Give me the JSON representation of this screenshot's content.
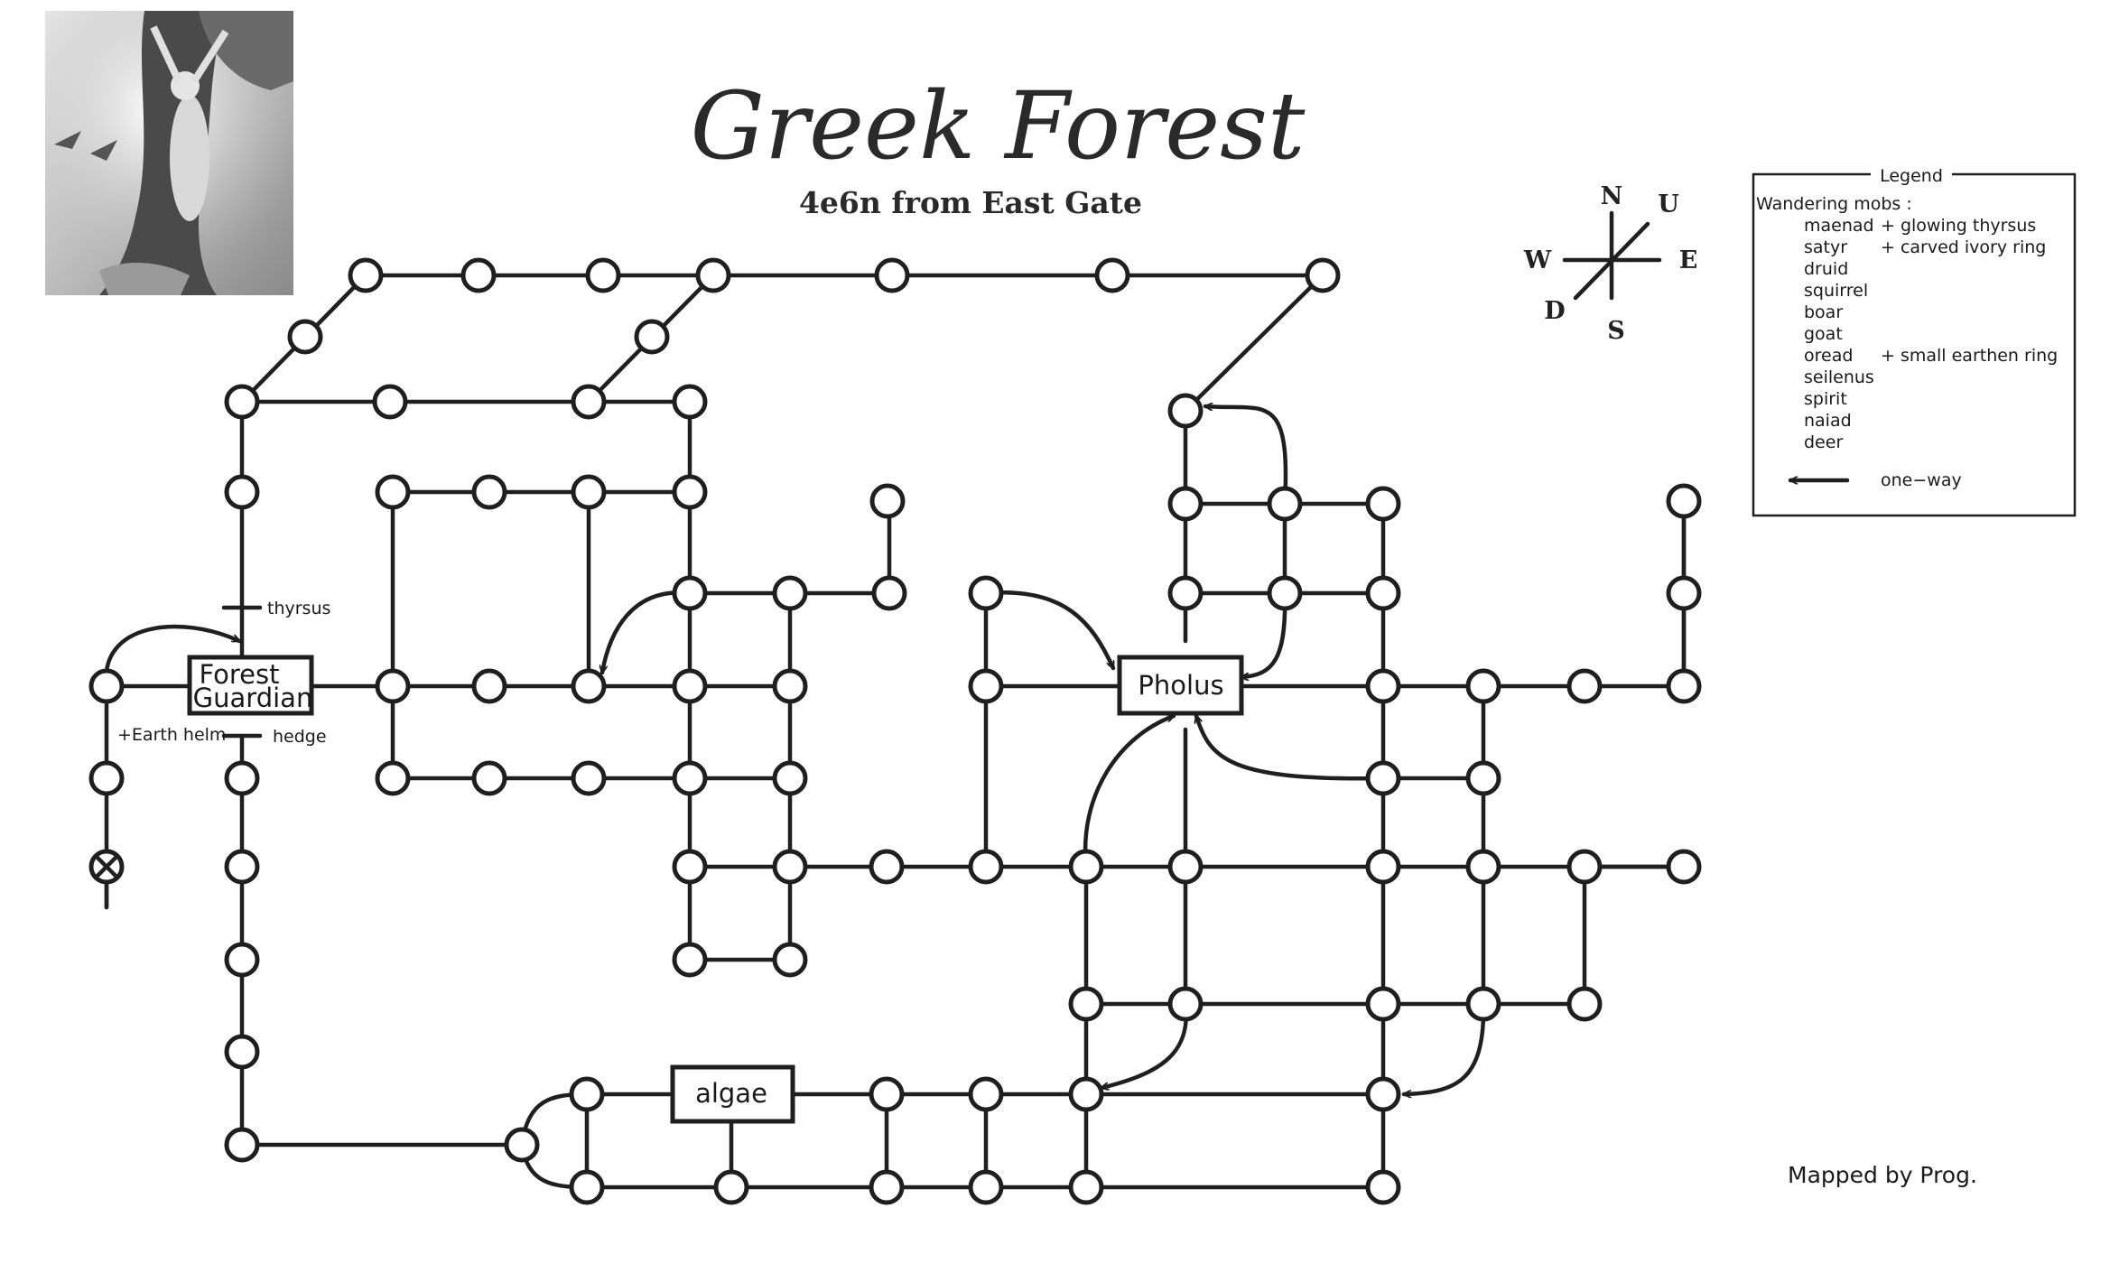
{
  "map": {
    "title": "Greek Forest",
    "subtitle": "4e6n from East Gate",
    "credit": "Mapped by Prog.",
    "image_alt": "nymph-tree-illustration"
  },
  "compass": {
    "n": "N",
    "s": "S",
    "e": "E",
    "w": "W",
    "u": "U",
    "d": "D"
  },
  "legend": {
    "title": "Legend",
    "header": "Wandering mobs :",
    "mobs": [
      {
        "name": "maenad",
        "drop": "+ glowing thyrsus"
      },
      {
        "name": "satyr",
        "drop": "+ carved ivory ring"
      },
      {
        "name": "druid",
        "drop": ""
      },
      {
        "name": "squirrel",
        "drop": ""
      },
      {
        "name": "boar",
        "drop": ""
      },
      {
        "name": "goat",
        "drop": ""
      },
      {
        "name": "oread",
        "drop": "+ small earthen ring"
      },
      {
        "name": "seilenus",
        "drop": ""
      },
      {
        "name": "spirit",
        "drop": ""
      },
      {
        "name": "naiad",
        "drop": ""
      },
      {
        "name": "deer",
        "drop": ""
      }
    ],
    "oneway_label": "one−way"
  },
  "rooms": {
    "forest_guardian": [
      "Forest",
      "Guardian"
    ],
    "pholus": "Pholus",
    "algae": "algae"
  },
  "labels": {
    "thyrsus": "thyrsus",
    "hedge": "hedge",
    "earth_helm": "+Earth helm"
  },
  "colors": {
    "ink": "#1f1f1f",
    "background": "#ffffff"
  }
}
